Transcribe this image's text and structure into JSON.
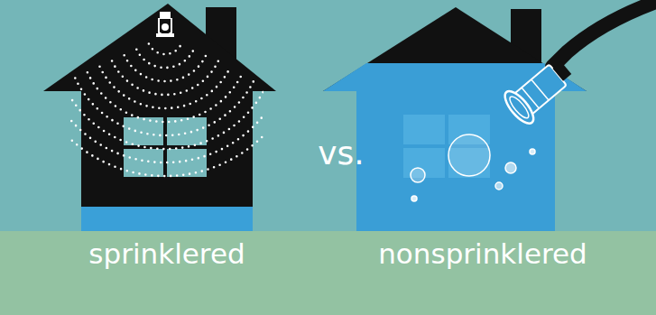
{
  "diagram": {
    "labels": [
      "sprinklered",
      "vs.",
      "nonsprinklered"
    ]
  }
}
